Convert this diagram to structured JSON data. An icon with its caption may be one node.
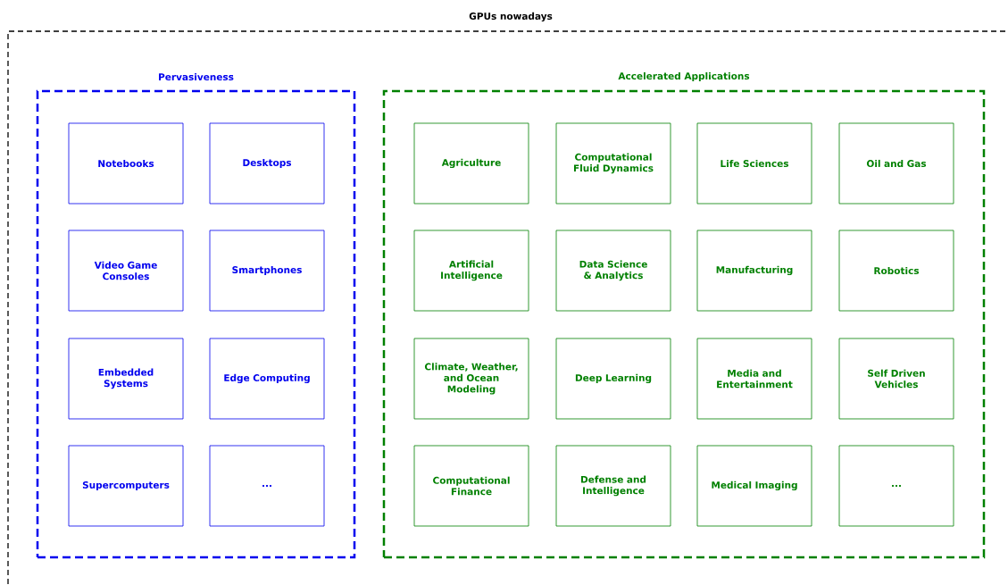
{
  "diagram": {
    "nodes": [
      {
        "text": [
          "GPUs nowadays"
        ]
      },
      {
        "text": [
          "Pervasiveness"
        ],
        "in": 0
      },
      {
        "text": [
          "Notebooks"
        ],
        "in": 1
      },
      {
        "text": [
          "Desktops"
        ],
        "in": 1
      },
      {
        "text": [
          "Video Game Consoles"
        ],
        "in": 1
      },
      {
        "text": [
          "Smartphones"
        ],
        "in": 1
      },
      {
        "text": [
          "Embedded Systems"
        ],
        "in": 1
      },
      {
        "text": [
          "Edge Computing"
        ],
        "in": 1
      },
      {
        "text": [
          "Supercomputers"
        ],
        "in": 1
      },
      {
        "text": [
          "..."
        ],
        "in": 1
      },
      {
        "text": [
          "Accelerated Applications"
        ],
        "in": 0
      },
      {
        "text": [
          "Agriculture"
        ],
        "in": 10
      },
      {
        "text": [
          "Computational Fluid Dynamics"
        ],
        "in": 10
      },
      {
        "text": [
          "Life Sciences"
        ],
        "in": 10
      },
      {
        "text": [
          "Oil and Gas"
        ],
        "in": 10
      },
      {
        "text": [
          "Artificial Intelligence"
        ],
        "in": 10
      },
      {
        "text": [
          "Data Science & Analytics"
        ],
        "in": 10
      },
      {
        "text": [
          "Manufacturing"
        ],
        "in": 10
      },
      {
        "text": [
          "Robotics"
        ],
        "in": 10
      },
      {
        "text": [
          "Climate, Weather, and Ocean Modeling"
        ],
        "in": 10
      },
      {
        "text": [
          "Deep Learning"
        ],
        "in": 10
      },
      {
        "text": [
          "Media and Entertainment"
        ],
        "in": 10
      },
      {
        "text": [
          "Self Driven Vehicles"
        ],
        "in": 10
      },
      {
        "text": [
          "Computational Finance"
        ],
        "in": 10
      },
      {
        "text": [
          "Defense and Intelligence"
        ],
        "in": 10
      },
      {
        "text": [
          "Medical Imaging"
        ],
        "in": 10
      },
      {
        "text": [
          "..."
        ],
        "in": 10
      }
    ]
  }
}
